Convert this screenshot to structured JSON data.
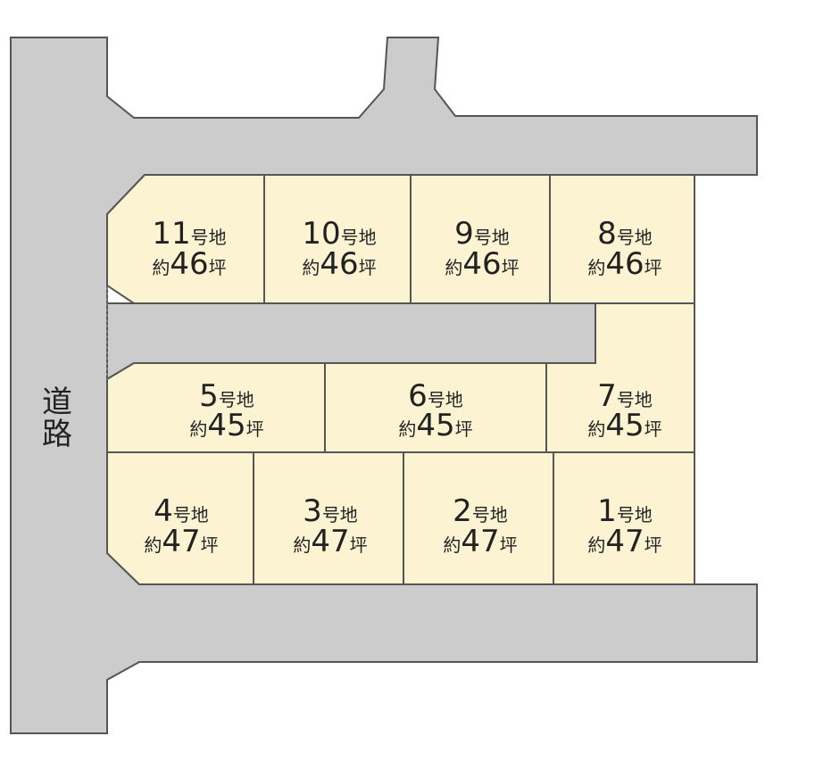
{
  "road_label_chars": [
    "道",
    "路"
  ],
  "lot_suffix": "号地",
  "area_prefix": "約",
  "area_unit": "坪",
  "lots": [
    {
      "no": "11",
      "area": "46"
    },
    {
      "no": "10",
      "area": "46"
    },
    {
      "no": "9",
      "area": "46"
    },
    {
      "no": "8",
      "area": "46"
    },
    {
      "no": "5",
      "area": "45"
    },
    {
      "no": "6",
      "area": "45"
    },
    {
      "no": "7",
      "area": "45"
    },
    {
      "no": "4",
      "area": "47"
    },
    {
      "no": "3",
      "area": "47"
    },
    {
      "no": "2",
      "area": "47"
    },
    {
      "no": "1",
      "area": "47"
    }
  ],
  "colors": {
    "road": "#cccccc",
    "lot": "#fbf3d1",
    "outline": "#555555"
  }
}
